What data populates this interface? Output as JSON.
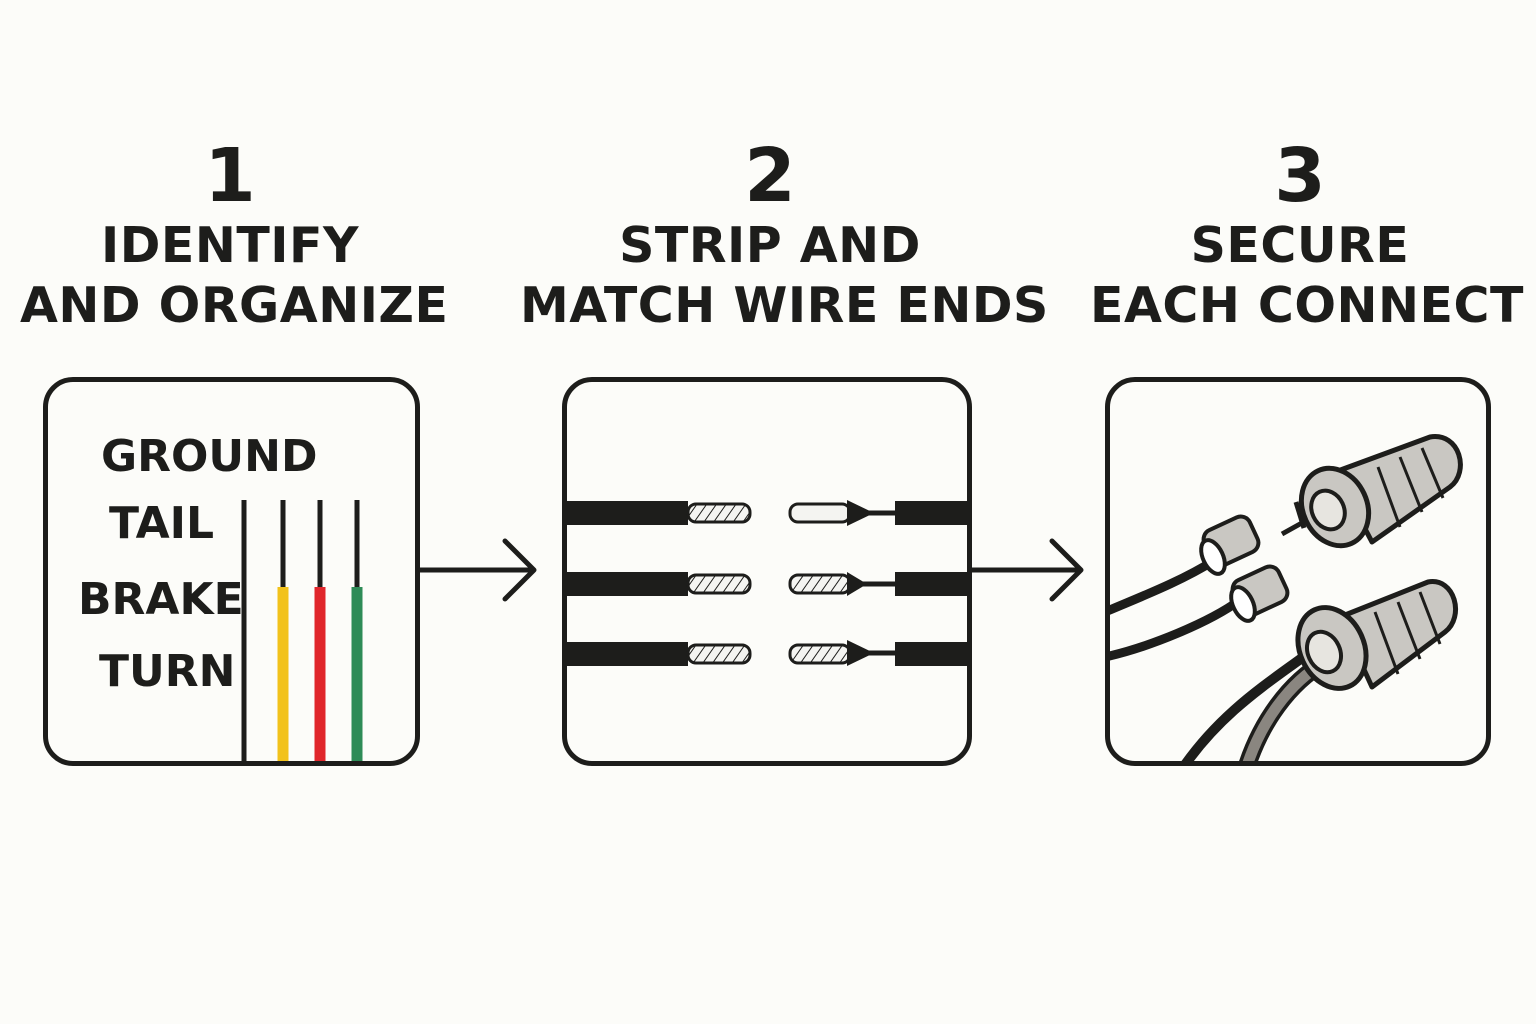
{
  "steps": [
    {
      "number": "1",
      "line1": "IDENTIFY",
      "line2": "AND ORGANIZE"
    },
    {
      "number": "2",
      "line1": "STRIP AND",
      "line2": "MATCH WIRE ENDS"
    },
    {
      "number": "3",
      "line1": "SECURE",
      "line2": "EACH CONNECT"
    }
  ],
  "panel1": {
    "labels": [
      "GROUND",
      "TAIL",
      "BRAKE",
      "TURN"
    ],
    "wire_colors": [
      "#1d1d1b",
      "#f2c21b",
      "#e0262b",
      "#2e8b57"
    ]
  },
  "colors": {
    "ink": "#1d1d1b",
    "background": "#fcfcf9",
    "connector": "#c9c7c2",
    "gray_wire": "#8a8680"
  }
}
